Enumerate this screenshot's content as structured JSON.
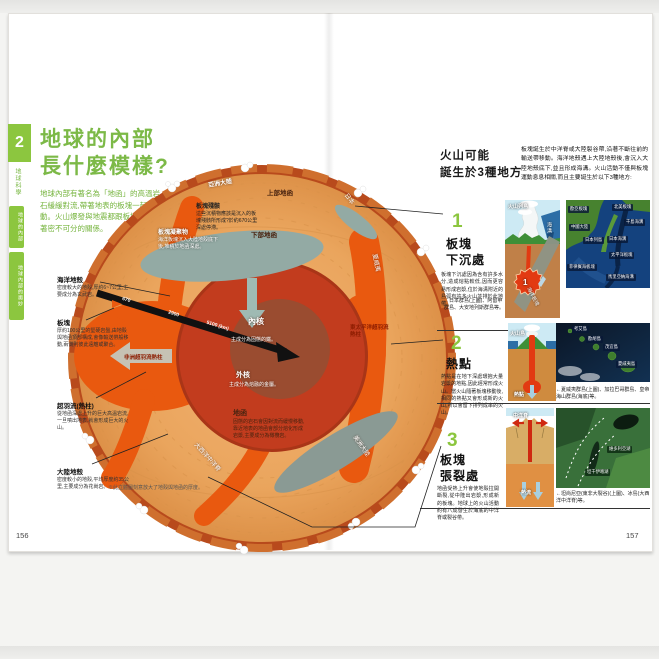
{
  "colors": {
    "accent_green": "#8CC63F",
    "title_green": "#7CB947",
    "mantle": "#E9A55F",
    "plume": "#E9590F",
    "outer_core": "#C23C1E",
    "inner_core": "#9A4C30",
    "slab": "#93AAA4"
  },
  "left": {
    "page_number": "156",
    "tab": {
      "number": "2",
      "chapter": "地球科學",
      "tab1": "地球的內部",
      "tab2": "地球內部的奧妙"
    },
    "title": {
      "line1": "地球的內部",
      "line2": "長什麼模樣?"
    },
    "intro": "地球內部有著名為「地函」的高溫岩石緩緩對流,帶著地表的板塊一起移動。火山爆發與地震都跟板塊移動有著密不可分的關係。",
    "callouts": [
      {
        "title": "海洋地殼",
        "body": "密度較大的地殼,厚約6~7公里,主要成分為玄武岩。"
      },
      {
        "title": "板塊",
        "body": "厚約100公里的堅硬岩盤,由地殼與地函頂部構成,會像輸送帶般移動,兩側則彼此遠離或聚合。"
      },
      {
        "title": "超羽流(熱柱)",
        "body": "從地函深處上升的巨大高溫岩流,一旦噴出地表,就會形成巨大的火山。"
      },
      {
        "title": "大陸地殼",
        "body": "密度較小的地殼,平均厚度約35公里,主要成分為花崗岩。"
      }
    ],
    "globe": {
      "asia": "亞洲大陸",
      "japan": "日本",
      "hawaii": "夏威夷",
      "america": "美洲大陸",
      "mid_atlantic": "大西洋中洋脊",
      "upper_mantle": "上部地函",
      "lower_mantle": "下部地函",
      "plume_east": "東太平洋超羽流熱柱",
      "plume_africa": "非洲超羽流熱柱",
      "inner_core": {
        "title": "內核",
        "body": "主成分為固態的鐵。"
      },
      "outer_core": {
        "title": "外核",
        "body": "主成分為熔融的金屬。"
      },
      "mantle": {
        "title": "地函",
        "body": "固態的岩石會因對流而緩慢移動,靠近地表的地函會部分熔化形成岩漿,主要成分為橄欖岩。"
      },
      "remnant": {
        "title": "板塊殘骸",
        "body": "這些沉積物應該是沉入的板塊殘骸所形成?於約670公里深處停滯。"
      },
      "accretion": {
        "title": "板塊凝聚物",
        "body": "海洋板塊沉入大陸地殼底下後,堆積於地函深處。"
      },
      "depth_marks": [
        "670",
        "2900",
        "5100 (km)"
      ],
      "footnote": "※此立體圖刻意放大了地殼與地函的厚度。"
    }
  },
  "right": {
    "page_number": "157",
    "header": {
      "line1": "火山可能",
      "line2": "誕生於3種地方"
    },
    "intro": "板塊誕生於中洋脊或大陸裂谷帶,沿著不斷往前的輸送帶移動。海洋地殼遇上大陸地殼後,會沉入大陸地殼底下,並且形成海溝。火山活動不僅與板塊運動息息相關,而且主要誕生於以下3種地方:",
    "sections": [
      {
        "num": "1",
        "title1": "板塊",
        "title2": "下沉處",
        "body": "板塊下沉處因為含有許多水分,造成熔點較低,因而更容易形成岩漿,位於海溝附近的島弧有許多火山並排於此地帶。",
        "caption": "←日本群島(上圖)、阿留申群島、大安地列斯群島等。",
        "illo": {
          "arc": "火山列島",
          "trench": "海溝",
          "num": "1",
          "plate": "海洋板塊"
        },
        "map_labels": [
          "歐亞板塊",
          "北美板塊",
          "千島海溝",
          "中國大陸",
          "日本列島",
          "日本海溝",
          "太平洋板塊",
          "菲律賓海板塊",
          "馬里亞納海溝"
        ]
      },
      {
        "num": "2",
        "title1": "熱點",
        "title2": "",
        "body": "熱點是在地下深處環抱大量岩漿的地點,因此經常形成火山。當火山隨著板塊移動後,相同的熱點又會形成新的火山,所以會留下排列成串的火山。",
        "caption": "←夏威夷群島(上圖)、加拉巴哥群島、皇帝海山群島(海底)等。",
        "illo": {
          "island": "火山島",
          "hotspot": "熱點"
        },
        "map_labels": [
          "考艾島",
          "歐胡島",
          "茂宜島",
          "夏威夷島"
        ]
      },
      {
        "num": "3",
        "title1": "板塊",
        "title2": "張裂處",
        "body": "地函受熱上升會使地殼拉開斷裂,從中隆出岩漿,形成新的板塊。地球上的火山活動約有八成發生於海底的中洋脊或裂谷帶。",
        "caption": "←坦尚尼亞(東非大裂谷)(上圖)、冰島(大西洋中洋脊)等。",
        "illo": {
          "ridge": "中洋脊",
          "flow": "熱流"
        },
        "map_labels": [
          "維多利亞湖",
          "坦干伊喀湖"
        ]
      }
    ]
  }
}
